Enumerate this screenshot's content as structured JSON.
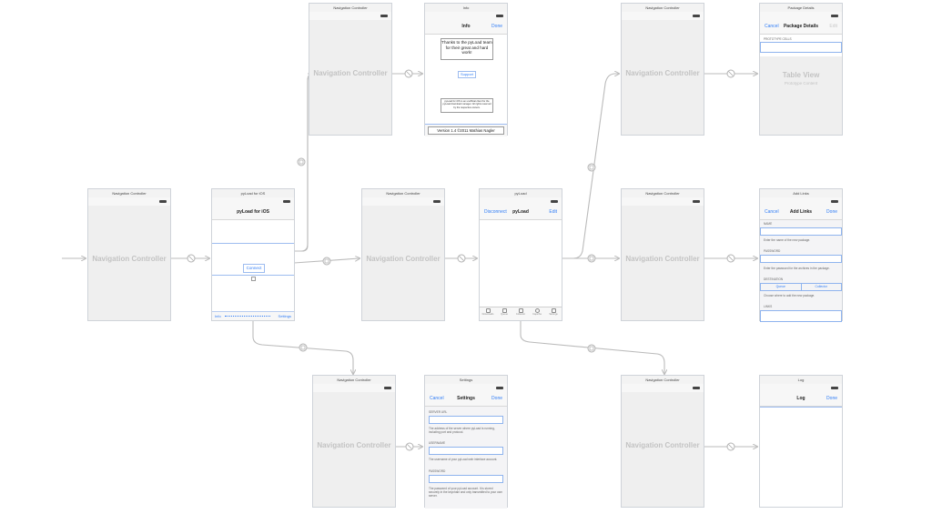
{
  "labels": {
    "navigation_controller": "Navigation Controller"
  },
  "scenes": {
    "nav_root": {
      "title": "Navigation Controller",
      "placeholder": "Navigation Controller"
    },
    "pyload_ios": {
      "title": "pyLoad for iOS",
      "nav_title": "pyLoad for iOS",
      "connect_button": "Connect",
      "toolbar_left": "Info",
      "toolbar_right": "Settings"
    },
    "nav_info": {
      "title": "Navigation Controller",
      "placeholder": "Navigation Controller"
    },
    "info": {
      "title": "Info",
      "nav_title": "Info",
      "nav_right": "Done",
      "thanks_text": "Thanks to the pyLoad team for their great and hard work!",
      "support_button": "Support",
      "small_text": "pyLoad for iOS is an unofficial client for the pyLoad download manager. All rights reserved by the respective owners.",
      "version_text": "Version 1.4 ©2011 Mathias Nagler"
    },
    "nav_settings": {
      "title": "Navigation Controller",
      "placeholder": "Navigation Controller"
    },
    "settings": {
      "title": "Settings",
      "nav_title": "Settings",
      "nav_left": "Cancel",
      "nav_right": "Done",
      "label_1": "SERVER URL",
      "hint_1": "The address of the server where pyLoad is running, including port and protocol.",
      "label_2": "USERNAME",
      "hint_2": "The username of your pyLoad web interface account.",
      "label_3": "PASSWORD",
      "hint_3": "The password of your pyLoad account. It is stored securely in the keychain and only transmitted to your own server."
    },
    "nav_pyload": {
      "title": "Navigation Controller",
      "placeholder": "Navigation Controller"
    },
    "pyload": {
      "title": "pyLoad",
      "nav_title": "pyLoad",
      "nav_left": "Disconnect",
      "nav_right": "Edit",
      "tabs": [
        "Downloads",
        "Queue",
        "Collector",
        "Captcha",
        "Settings"
      ]
    },
    "nav_details": {
      "title": "Navigation Controller",
      "placeholder": "Navigation Controller"
    },
    "package_details": {
      "title": "Package Details",
      "nav_title": "Package Details",
      "nav_left": "Cancel",
      "nav_right": "Edit",
      "label_1": "PROTOTYPE CELLS",
      "table_view": "Table View",
      "table_sub": "Prototype Content"
    },
    "nav_addlinks": {
      "title": "Navigation Controller",
      "placeholder": "Navigation Controller"
    },
    "add_links": {
      "title": "Add Links",
      "nav_title": "Add Links",
      "nav_left": "Cancel",
      "nav_right": "Done",
      "label_1": "NAME",
      "hint_1": "Enter the name of the new package.",
      "label_2": "PASSWORD",
      "hint_2": "Enter the password for the archives in the package.",
      "label_3": "DESTINATION",
      "seg_1": "Queue",
      "seg_2": "Collector",
      "hint_3": "Choose where to add the new package.",
      "label_4": "LINKS"
    },
    "nav_log": {
      "title": "Navigation Controller",
      "placeholder": "Navigation Controller"
    },
    "log": {
      "title": "Log",
      "nav_title": "Log",
      "nav_right": "Done"
    }
  }
}
